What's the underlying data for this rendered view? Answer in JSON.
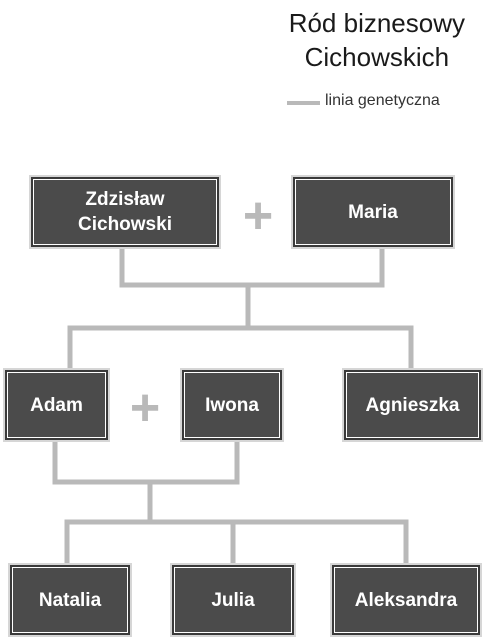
{
  "title": [
    "Ród biznesowy",
    "Cichowskich"
  ],
  "legend": {
    "label": "linia genetyczna",
    "color": "#b9b9b9"
  },
  "colors": {
    "box_fill": "#4b4b4b",
    "box_text": "#ffffff",
    "line": "#b9b9b9"
  },
  "couple_symbol": "+",
  "generations": {
    "first": {
      "person1": [
        "Zdzisław",
        "Cichowski"
      ],
      "spouse": "Maria"
    },
    "second": {
      "son": "Adam",
      "spouse": "Iwona",
      "daughter": "Agnieszka"
    },
    "third": {
      "children": [
        "Natalia",
        "Julia",
        "Aleksandra"
      ]
    }
  }
}
